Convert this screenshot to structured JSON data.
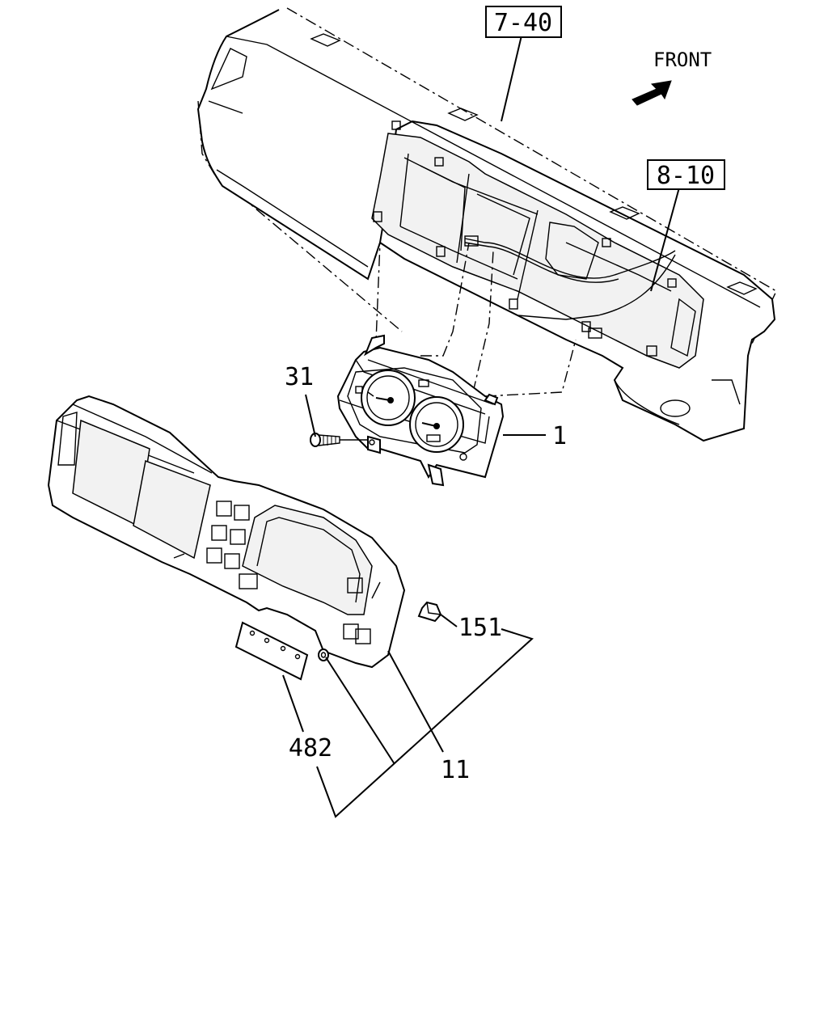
{
  "direction": {
    "text": "FRONT",
    "icon": "arrow-icon"
  },
  "callouts": {
    "ref_dashboard": "7-40",
    "ref_harness": "8-10",
    "part_screw": "31",
    "part_meter": "1",
    "part_clip": "151",
    "part_bracket": "482",
    "part_bezel": "11"
  }
}
